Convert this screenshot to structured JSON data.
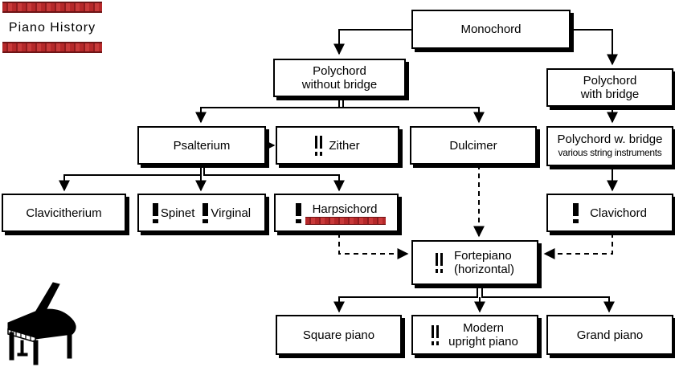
{
  "header": {
    "title": "Piano History"
  },
  "nodes": {
    "monochord": "Monochord",
    "polychord_without_bridge_1": "Polychord",
    "polychord_without_bridge_2": "without bridge",
    "polychord_with_bridge_1": "Polychord",
    "polychord_with_bridge_2": "with bridge",
    "psalterium": "Psalterium",
    "zither": "Zither",
    "dulcimer": "Dulcimer",
    "polychord_w_bridge_1": "Polychord w. bridge",
    "polychord_w_bridge_2": "various string instruments",
    "clavicitherium": "Clavicitherium",
    "spinet": "Spinet",
    "virginal": "Virginal",
    "harpsichord": "Harpsichord",
    "clavichord": "Clavichord",
    "fortepiano_1": "Fortepiano",
    "fortepiano_2": "(horizontal)",
    "square_piano": "Square piano",
    "modern_upright_1": "Modern",
    "modern_upright_2": "upright piano",
    "grand_piano": "Grand piano"
  },
  "colors": {
    "accent_bar": "#b5282a",
    "line": "#000000"
  },
  "icons": {
    "piano_picture": "grand-piano-icon",
    "marker": "string-marker-icon"
  }
}
